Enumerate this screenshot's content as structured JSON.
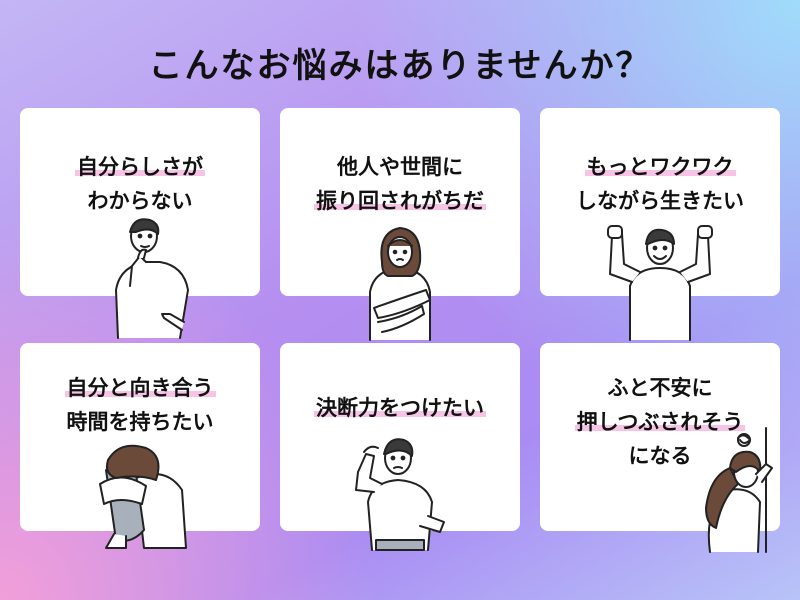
{
  "title": "こんなお悩みはありませんか？",
  "cards": [
    {
      "lines": [
        "自分らしさが",
        "わからない"
      ]
    },
    {
      "lines": [
        "他人や世間に",
        "振り回されがちだ"
      ]
    },
    {
      "lines": [
        "もっとワクワク",
        "しながら生きたい"
      ]
    },
    {
      "lines": [
        "自分と向き合う",
        "時間を持ちたい"
      ]
    },
    {
      "lines": [
        "決断力をつけたい"
      ]
    },
    {
      "lines": [
        "ふと不安に",
        "押しつぶされそう",
        "になる"
      ]
    }
  ]
}
